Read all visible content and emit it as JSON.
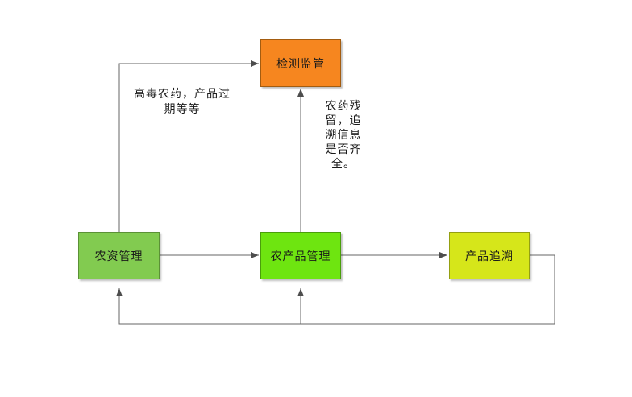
{
  "canvas": {
    "background": "#FFFFFF",
    "line_color": "#666666",
    "arrow_color": "#4D4D4D",
    "text_color": "#1A1A1A"
  },
  "nodes": [
    {
      "id": "detection-supervision",
      "label": "检测监管",
      "fill": "#F6861F",
      "border": "#A35C10"
    },
    {
      "id": "agri-materials-management",
      "label": "农资管理",
      "fill": "#82CB50",
      "border": "#5B9136"
    },
    {
      "id": "agri-product-management",
      "label": "农产品管理",
      "fill": "#6EE510",
      "border": "#4A9E0B"
    },
    {
      "id": "product-traceability",
      "label": "产品追溯",
      "fill": "#D6E61A",
      "border": "#949F12"
    }
  ],
  "edge_labels": [
    {
      "id": "toxic-pesticide-note",
      "text": "高毒农药，产品过期等等"
    },
    {
      "id": "residue-trace-note",
      "text": "农药残留，追溯信息是否齐全。"
    }
  ]
}
